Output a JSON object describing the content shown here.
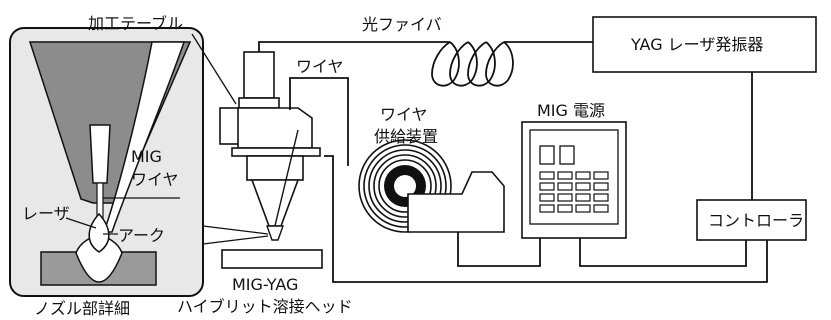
{
  "labels": {
    "processing_table": "加工テーブル",
    "optical_fiber": "光ファイバ",
    "yag_oscillator": "YAG レーザ発振器",
    "wire": "ワイヤ",
    "wire_feeder_line1": "ワイヤ",
    "wire_feeder_line2": "供給装置",
    "mig_power": "MIG 電源",
    "controller": "コントローラ",
    "hybrid_head_line1": "MIG-YAG",
    "hybrid_head_line2": "ハイブリット溶接ヘッド",
    "nozzle_detail": "ノズル部詳細",
    "mig_wire_line1": "MIG",
    "mig_wire_line2": "ワイヤ",
    "laser": "レーザ",
    "arc": "アーク"
  },
  "colors": {
    "stroke": "#111111",
    "inset_fill": "#e8e8e8",
    "nozzle_fill": "#8c8c8c",
    "workpiece_fill": "#9a9a9a",
    "panel_fill": "#ffffff"
  }
}
